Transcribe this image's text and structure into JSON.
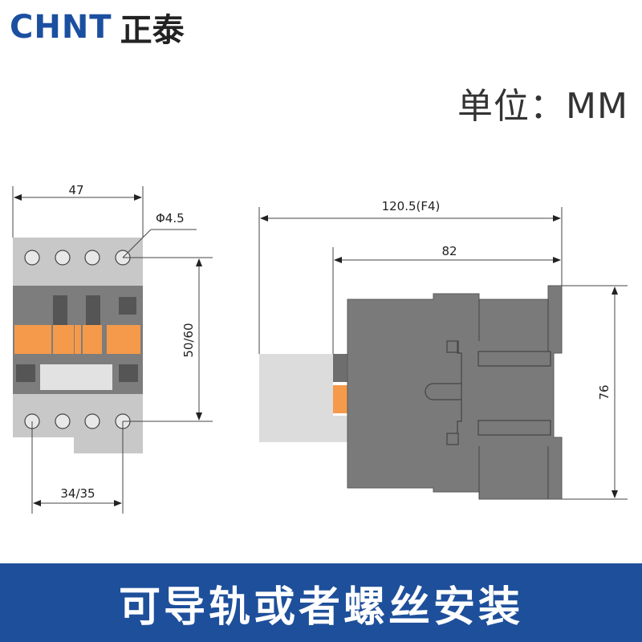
{
  "logo": {
    "latin": "CHNT",
    "chinese": "正泰"
  },
  "unit_label": "单位：MM",
  "dimensions": {
    "front_width": "47",
    "hole_diameter": "Φ4.5",
    "front_height": "50/60",
    "hole_spacing": "34/35",
    "total_depth": "120.5(F4)",
    "body_depth": "82",
    "side_height": "76"
  },
  "banner": {
    "text": "可导轨或者螺丝安装"
  },
  "colors": {
    "brand_blue": "#1b4fa0",
    "banner_blue": "#1e4f9b",
    "body_gray": "#7a7a7a",
    "light_gray": "#c8c8c8",
    "accent_orange": "#f59a4a"
  }
}
